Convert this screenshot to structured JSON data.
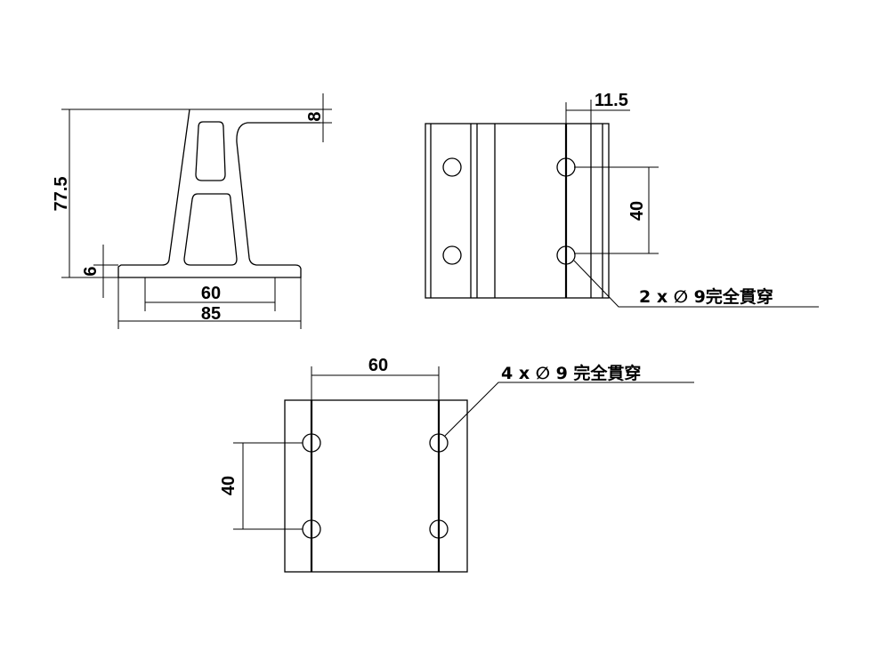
{
  "side_view": {
    "height_dim": "77.5",
    "top_flange_dim": "8",
    "bottom_flange_dim": "6",
    "inner_width_dim": "60",
    "base_width_dim": "85"
  },
  "front_view": {
    "offset_dim": "11.5",
    "spacing_dim": "40",
    "hole_note": "2 x ∅ 9完全貫穿"
  },
  "bottom_view": {
    "width_dim": "60",
    "spacing_dim": "40",
    "hole_note": "4 x ∅ 9 完全貫穿"
  }
}
